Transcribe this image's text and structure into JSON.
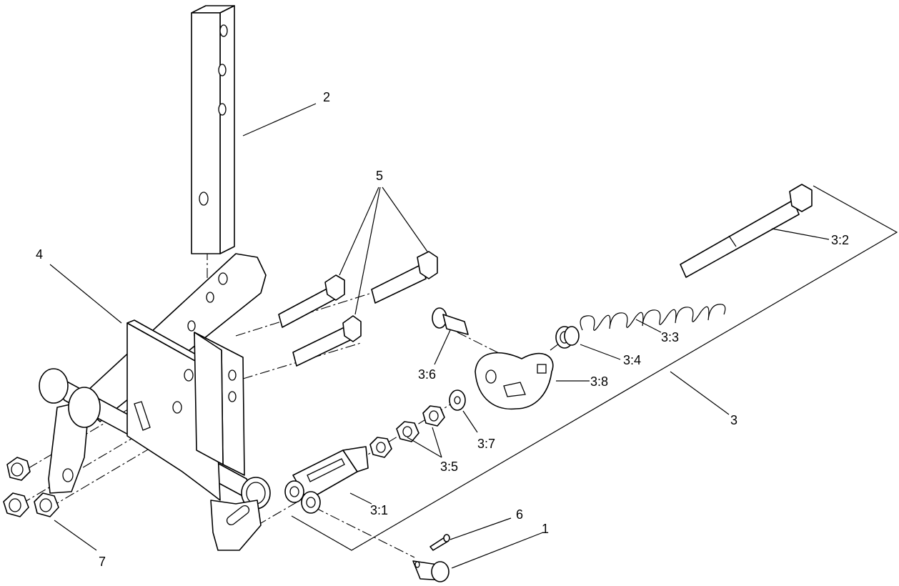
{
  "labels": {
    "l1": "1",
    "l2": "2",
    "l3": "3",
    "l4": "4",
    "l5": "5",
    "l6": "6",
    "l7": "7",
    "l3_1": "3:1",
    "l3_2": "3:2",
    "l3_3": "3:3",
    "l3_4": "3:4",
    "l3_5": "3:5",
    "l3_6": "3:6",
    "l3_7": "3:7",
    "l3_8": "3:8"
  }
}
